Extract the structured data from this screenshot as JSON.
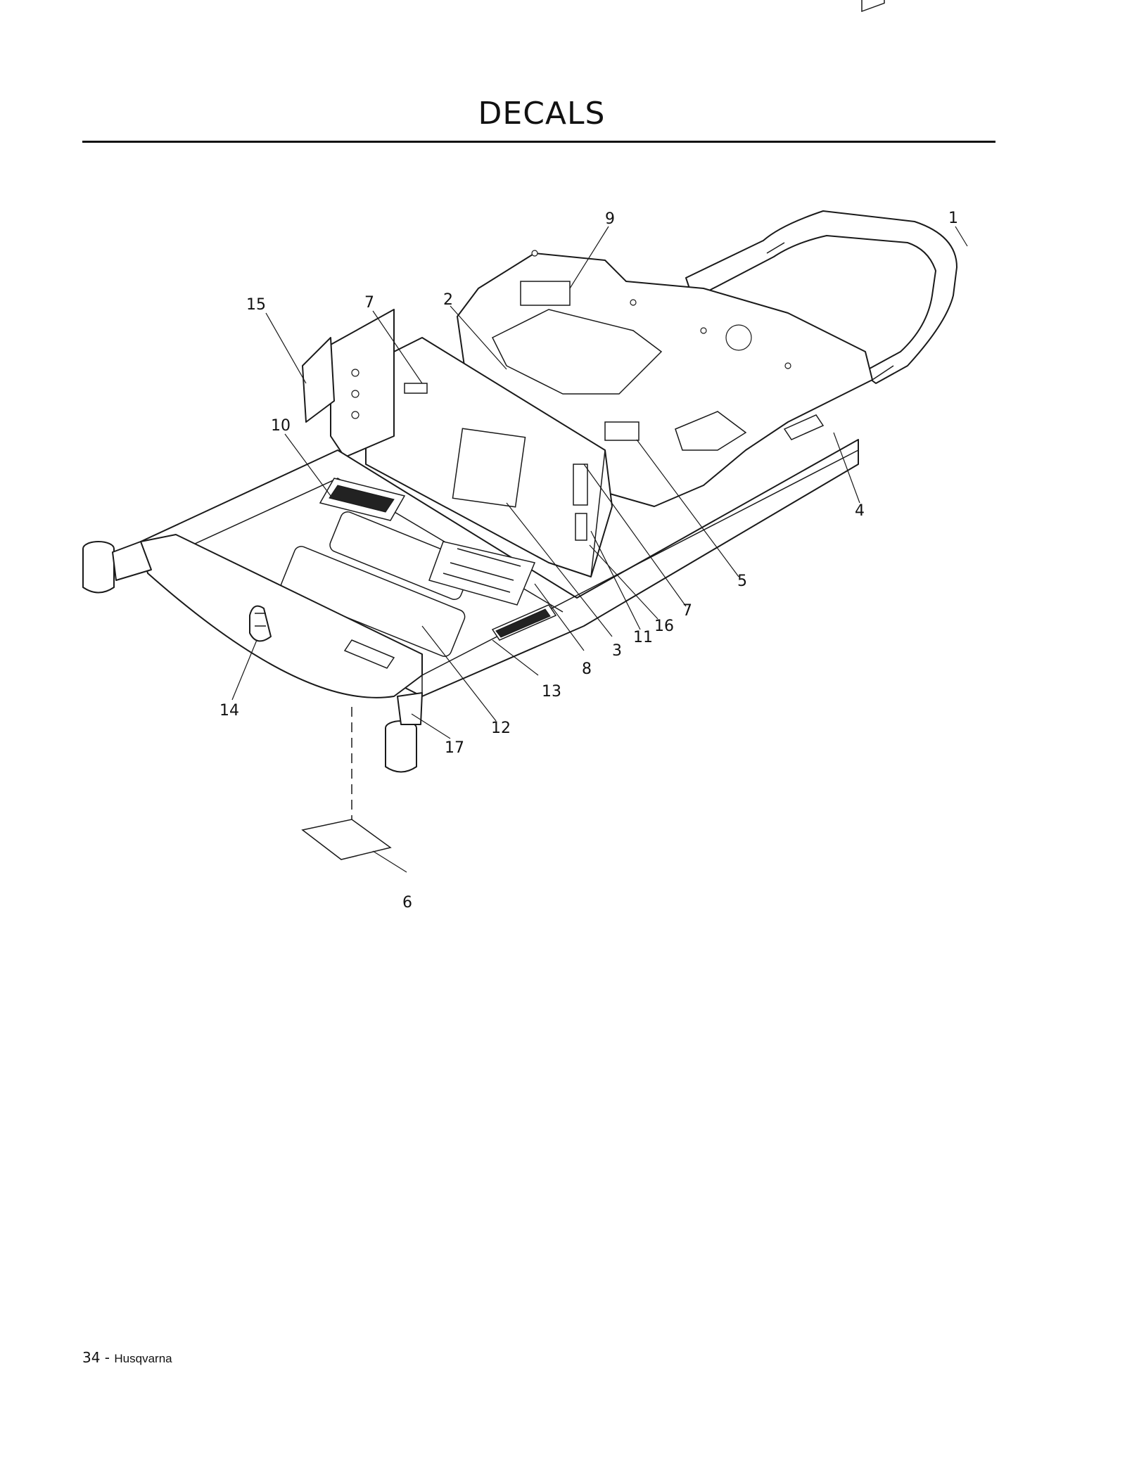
{
  "header": {
    "title": "DECALS"
  },
  "diagram": {
    "callouts": [
      "1",
      "2",
      "3",
      "4",
      "5",
      "6",
      "7",
      "7",
      "8",
      "9",
      "10",
      "11",
      "12",
      "13",
      "14",
      "15",
      "16",
      "17"
    ]
  },
  "footer": {
    "page_number": "34",
    "separator": " - ",
    "brand": "Husqvarna"
  }
}
